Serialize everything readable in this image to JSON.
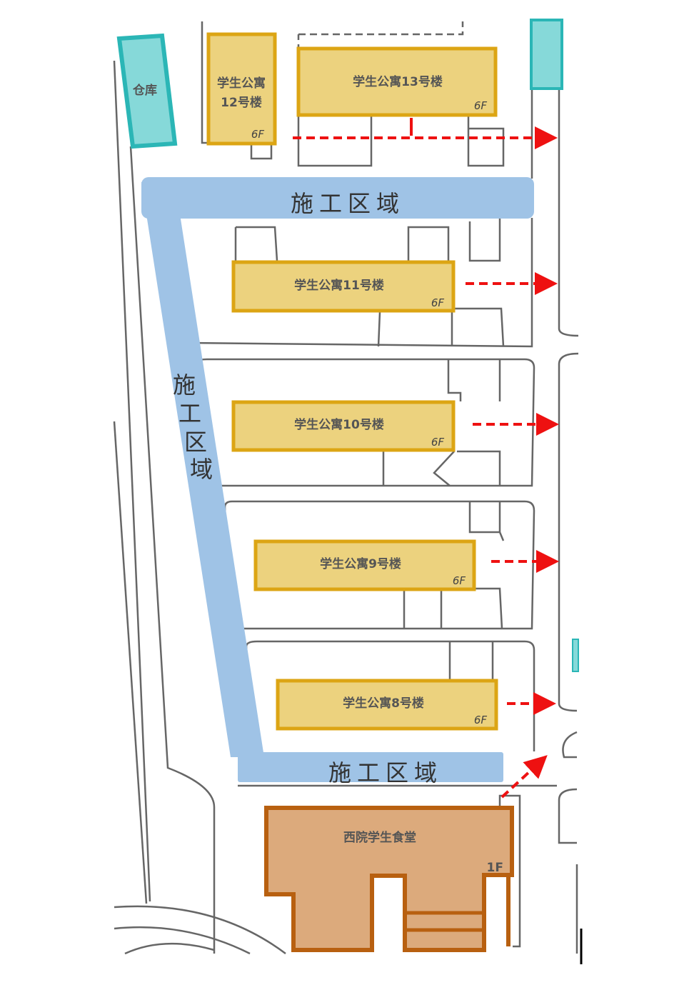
{
  "map": {
    "warehouse": {
      "label": "仓库"
    },
    "buildings": [
      {
        "id": "12",
        "line1": "学生公寓",
        "line2": "12号楼",
        "floors": "6F"
      },
      {
        "id": "13",
        "label": "学生公寓13号楼",
        "floors": "6F"
      },
      {
        "id": "11",
        "label": "学生公寓11号楼",
        "floors": "6F"
      },
      {
        "id": "10",
        "label": "学生公寓10号楼",
        "floors": "6F"
      },
      {
        "id": "9",
        "label": "学生公寓9号楼",
        "floors": "6F"
      },
      {
        "id": "8",
        "label": "学生公寓8号楼",
        "floors": "6F"
      }
    ],
    "canteen": {
      "label": "西院学生食堂",
      "floors": "1F"
    },
    "construction_zone": {
      "label": "施工区域",
      "v1": "施",
      "v2": "工",
      "v3": "区",
      "v4": "域"
    },
    "colors": {
      "dorm_fill": "#ecd27e",
      "dorm_stroke": "#dca514",
      "zone": "#9fc3e6",
      "warehouse": "#86d9d9",
      "canteen_fill": "#dcaa7c",
      "canteen_stroke": "#b86010",
      "arrow": "#ee1111"
    }
  }
}
